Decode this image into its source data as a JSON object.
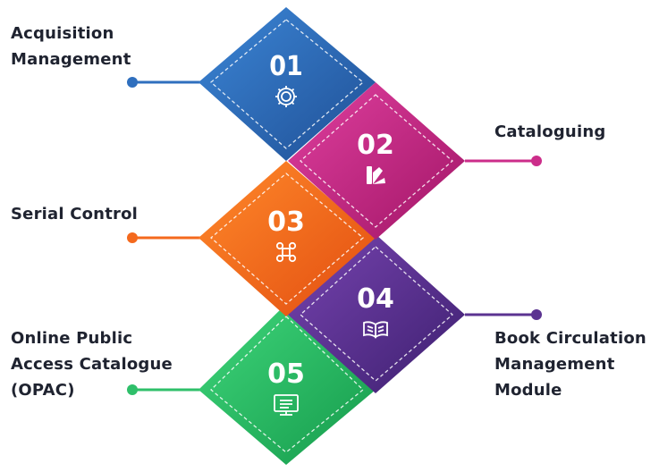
{
  "steps": [
    {
      "number": "01",
      "label_lines": [
        "Acquisition",
        "Management"
      ],
      "color": "#2f6fbe",
      "color_dark": "#1f4f95",
      "icon": "gear-icon"
    },
    {
      "number": "02",
      "label_lines": [
        "Cataloguing"
      ],
      "color": "#cc2d8a",
      "color_dark": "#a11566",
      "icon": "swatch-book-icon"
    },
    {
      "number": "03",
      "label_lines": [
        "Serial Control"
      ],
      "color": "#f4691d",
      "color_dark": "#d74d0e",
      "icon": "command-key-icon"
    },
    {
      "number": "04",
      "label_lines": [
        "Book Circulation",
        "Management",
        "Module"
      ],
      "color": "#5b3391",
      "color_dark": "#3d1f6f",
      "icon": "open-book-icon"
    },
    {
      "number": "05",
      "label_lines": [
        "Online Public",
        "Access Catalogue",
        "(OPAC)"
      ],
      "color": "#2fbf6a",
      "color_dark": "#159a4b",
      "icon": "monitor-icon"
    }
  ]
}
